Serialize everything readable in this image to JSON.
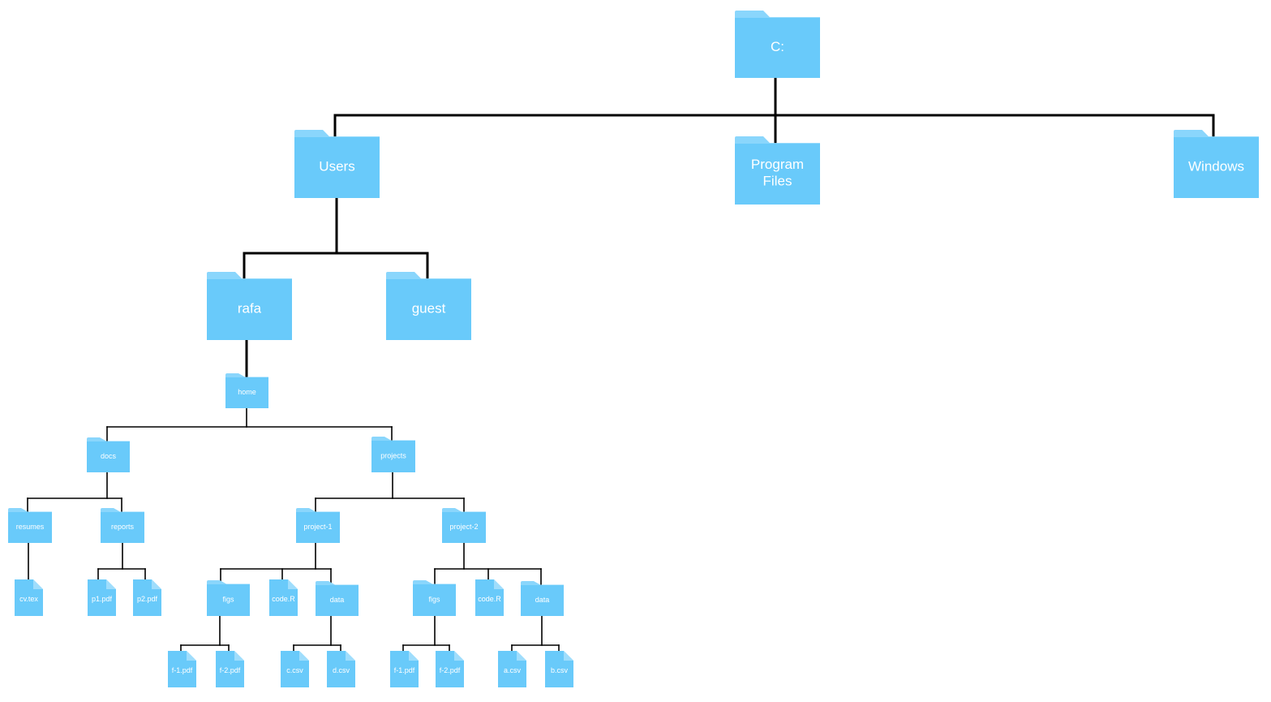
{
  "diagram": {
    "title": "",
    "nodes": [
      {
        "id": "c",
        "kind": "folder",
        "label": "C:"
      },
      {
        "id": "users",
        "kind": "folder",
        "label": "Users"
      },
      {
        "id": "program-files",
        "kind": "folder",
        "label": "Program Files",
        "lines": [
          "Program",
          "Files"
        ]
      },
      {
        "id": "windows",
        "kind": "folder",
        "label": "Windows"
      },
      {
        "id": "rafa",
        "kind": "folder",
        "label": "rafa"
      },
      {
        "id": "guest",
        "kind": "folder",
        "label": "guest"
      },
      {
        "id": "home",
        "kind": "folder",
        "label": "home"
      },
      {
        "id": "docs",
        "kind": "folder",
        "label": "docs"
      },
      {
        "id": "projects",
        "kind": "folder",
        "label": "projects"
      },
      {
        "id": "resumes",
        "kind": "folder",
        "label": "resumes"
      },
      {
        "id": "reports",
        "kind": "folder",
        "label": "reports"
      },
      {
        "id": "cv-tex",
        "kind": "file",
        "label": "cv.tex"
      },
      {
        "id": "p1-pdf",
        "kind": "file",
        "label": "p1.pdf"
      },
      {
        "id": "p2-pdf",
        "kind": "file",
        "label": "p2.pdf"
      },
      {
        "id": "project-1",
        "kind": "folder",
        "label": "project-1"
      },
      {
        "id": "project-2",
        "kind": "folder",
        "label": "project-2"
      },
      {
        "id": "p1-figs",
        "kind": "folder",
        "label": "figs"
      },
      {
        "id": "p1-code-r",
        "kind": "file",
        "label": "code.R"
      },
      {
        "id": "p1-data",
        "kind": "folder",
        "label": "data"
      },
      {
        "id": "p2-figs",
        "kind": "folder",
        "label": "figs"
      },
      {
        "id": "p2-code-r",
        "kind": "file",
        "label": "code.R"
      },
      {
        "id": "p2-data",
        "kind": "folder",
        "label": "data"
      },
      {
        "id": "p1-f1-pdf",
        "kind": "file",
        "label": "f-1.pdf"
      },
      {
        "id": "p1-f2-pdf",
        "kind": "file",
        "label": "f-2.pdf"
      },
      {
        "id": "c-csv",
        "kind": "file",
        "label": "c.csv"
      },
      {
        "id": "d-csv",
        "kind": "file",
        "label": "d.csv"
      },
      {
        "id": "p2-f1-pdf",
        "kind": "file",
        "label": "f-1.pdf"
      },
      {
        "id": "p2-f2-pdf",
        "kind": "file",
        "label": "f-2.pdf"
      },
      {
        "id": "a-csv",
        "kind": "file",
        "label": "a.csv"
      },
      {
        "id": "b-csv",
        "kind": "file",
        "label": "b.csv"
      }
    ],
    "edges": [
      {
        "from": "c",
        "to": [
          "users",
          "program-files",
          "windows"
        ]
      },
      {
        "from": "users",
        "to": [
          "rafa",
          "guest"
        ]
      },
      {
        "from": "rafa",
        "to": [
          "home"
        ]
      },
      {
        "from": "home",
        "to": [
          "docs",
          "projects"
        ]
      },
      {
        "from": "docs",
        "to": [
          "resumes",
          "reports"
        ]
      },
      {
        "from": "resumes",
        "to": [
          "cv-tex"
        ]
      },
      {
        "from": "reports",
        "to": [
          "p1-pdf",
          "p2-pdf"
        ]
      },
      {
        "from": "projects",
        "to": [
          "project-1",
          "project-2"
        ]
      },
      {
        "from": "project-1",
        "to": [
          "p1-figs",
          "p1-code-r",
          "p1-data"
        ]
      },
      {
        "from": "project-2",
        "to": [
          "p2-figs",
          "p2-code-r",
          "p2-data"
        ]
      },
      {
        "from": "p1-figs",
        "to": [
          "p1-f1-pdf",
          "p1-f2-pdf"
        ]
      },
      {
        "from": "p1-data",
        "to": [
          "c-csv",
          "d-csv"
        ]
      },
      {
        "from": "p2-figs",
        "to": [
          "p2-f1-pdf",
          "p2-f2-pdf"
        ]
      },
      {
        "from": "p2-data",
        "to": [
          "a-csv",
          "b-csv"
        ]
      }
    ],
    "colors": {
      "folder_body": "#69CAFA",
      "folder_tab": "#8AD6FC",
      "file_body": "#69CAFA",
      "file_fold": "#9FDDFC",
      "label": "#FFFFFF",
      "connector": "#000000"
    }
  }
}
